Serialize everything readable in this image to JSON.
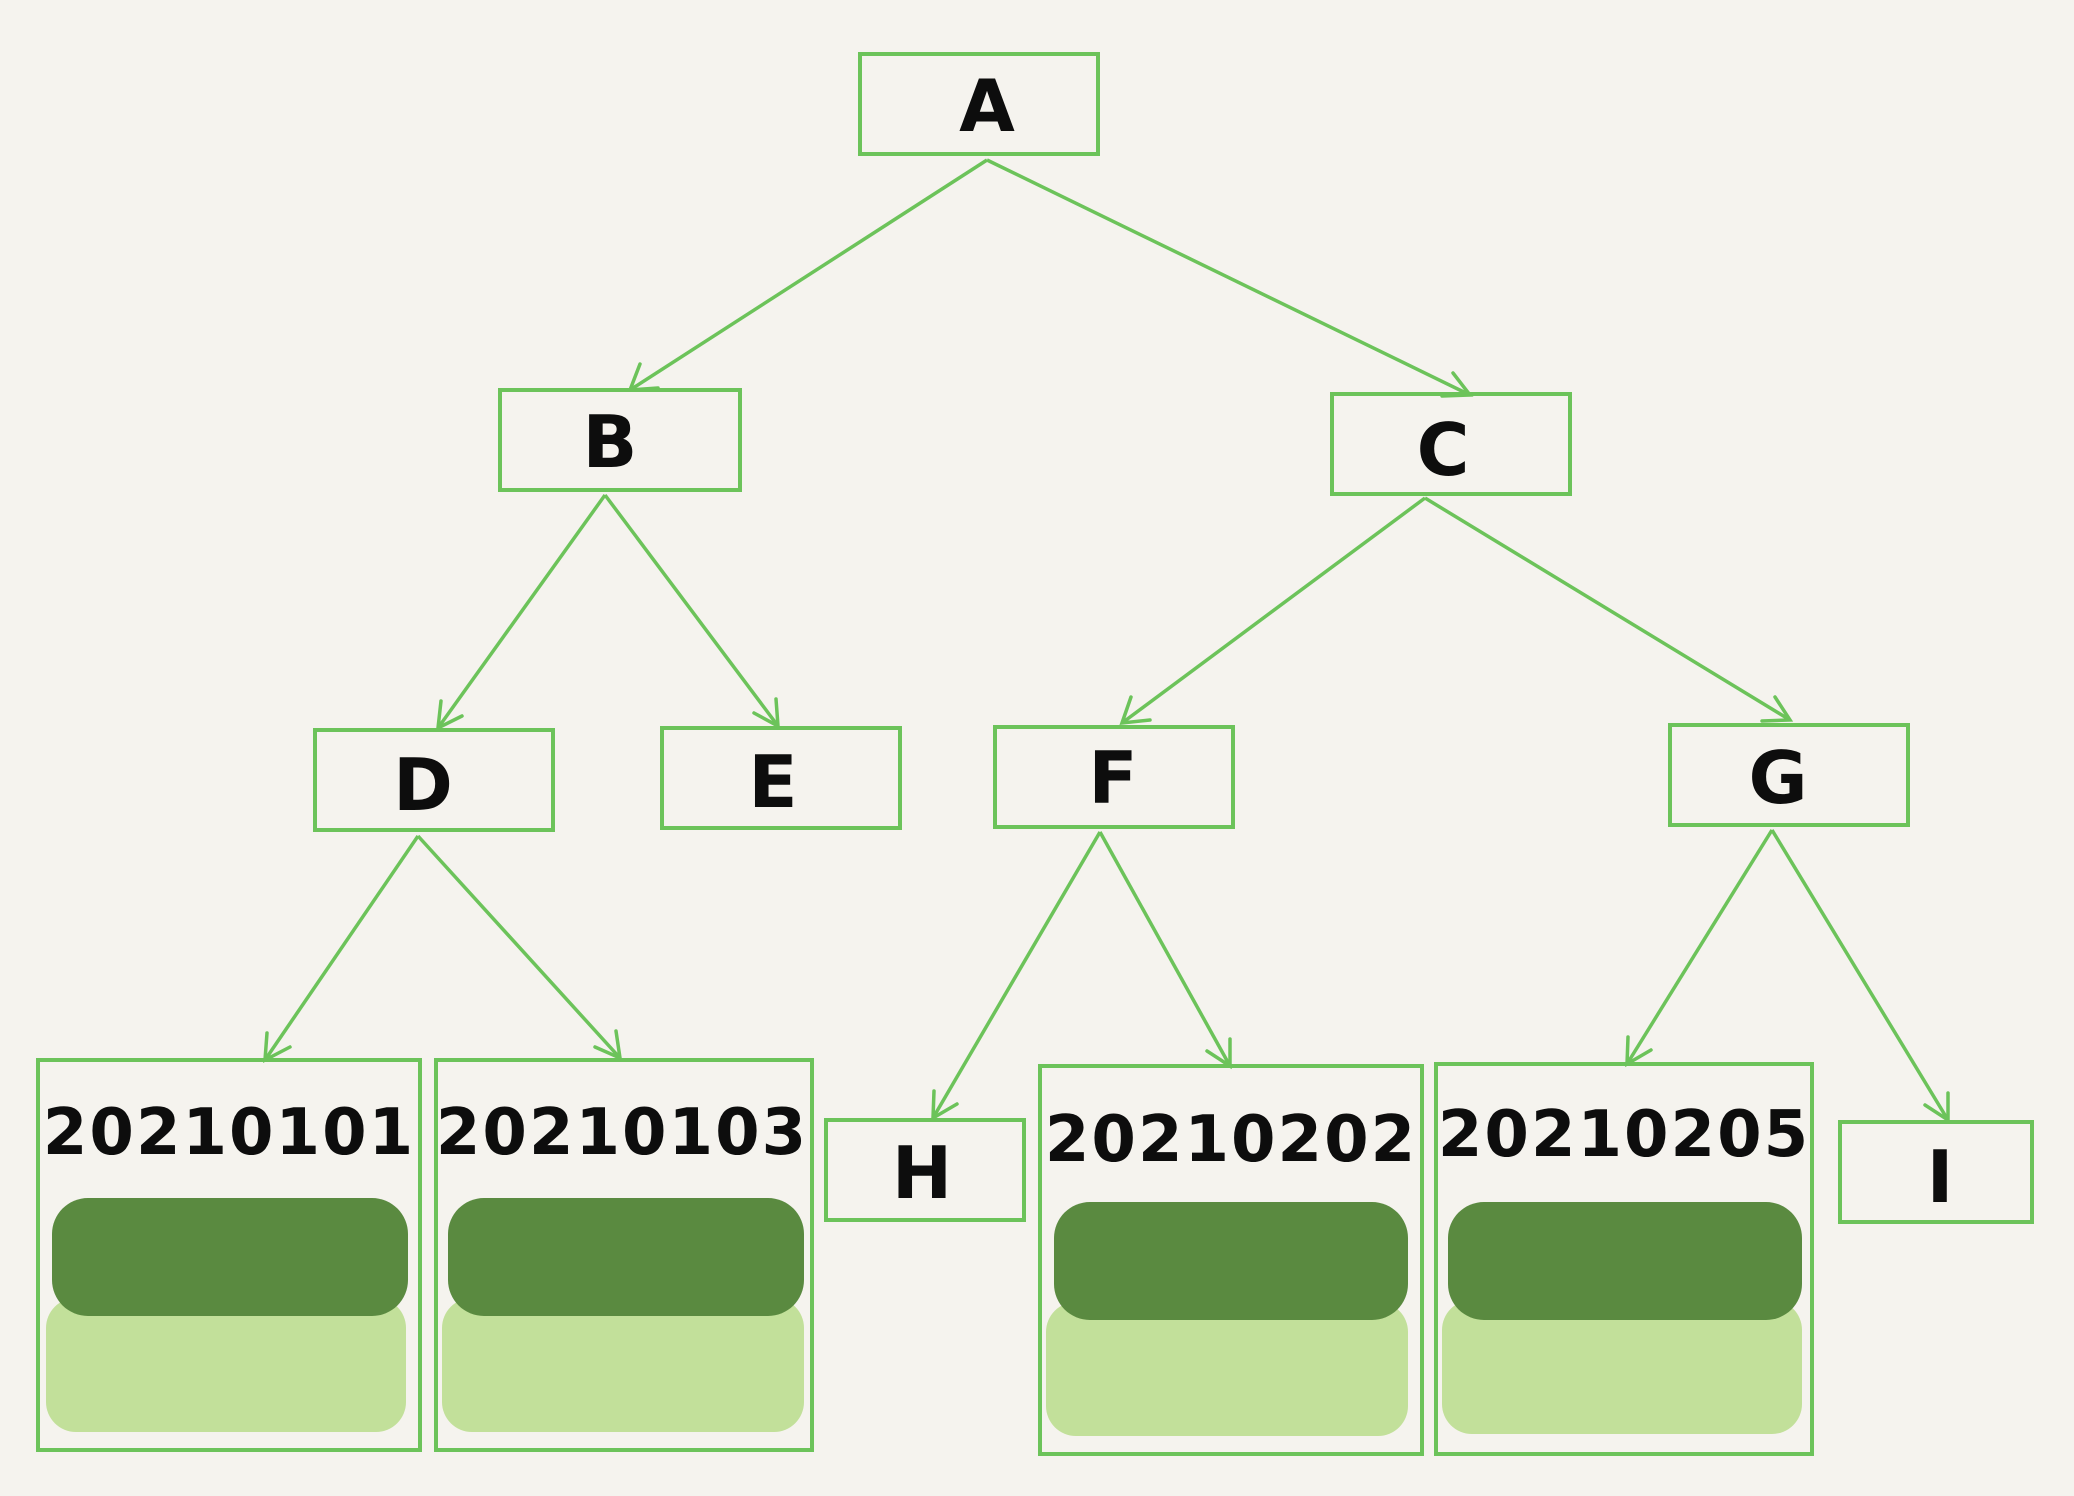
{
  "colors": {
    "background": "#f5f3ee",
    "stroke": "#6cc35a",
    "text": "#0d0d0d",
    "data_dark": "#5a8a40",
    "data_light": "#c2e09a"
  },
  "nodes": {
    "A": {
      "label": "A"
    },
    "B": {
      "label": "B"
    },
    "C": {
      "label": "C"
    },
    "D": {
      "label": "D"
    },
    "E": {
      "label": "E"
    },
    "F": {
      "label": "F"
    },
    "G": {
      "label": "G"
    },
    "H": {
      "label": "H"
    },
    "I": {
      "label": "I"
    }
  },
  "leaf_pages": [
    {
      "id": "leaf-1",
      "label": "20210101"
    },
    {
      "id": "leaf-2",
      "label": "20210103"
    },
    {
      "id": "leaf-3",
      "label": "20210202"
    },
    {
      "id": "leaf-4",
      "label": "20210205"
    }
  ],
  "edges": [
    {
      "from": "A",
      "to": "B"
    },
    {
      "from": "A",
      "to": "C"
    },
    {
      "from": "B",
      "to": "D"
    },
    {
      "from": "B",
      "to": "E"
    },
    {
      "from": "C",
      "to": "F"
    },
    {
      "from": "C",
      "to": "G"
    },
    {
      "from": "D",
      "to": "leaf-1"
    },
    {
      "from": "D",
      "to": "leaf-2"
    },
    {
      "from": "F",
      "to": "H"
    },
    {
      "from": "F",
      "to": "leaf-3"
    },
    {
      "from": "G",
      "to": "leaf-4"
    },
    {
      "from": "G",
      "to": "I"
    }
  ]
}
